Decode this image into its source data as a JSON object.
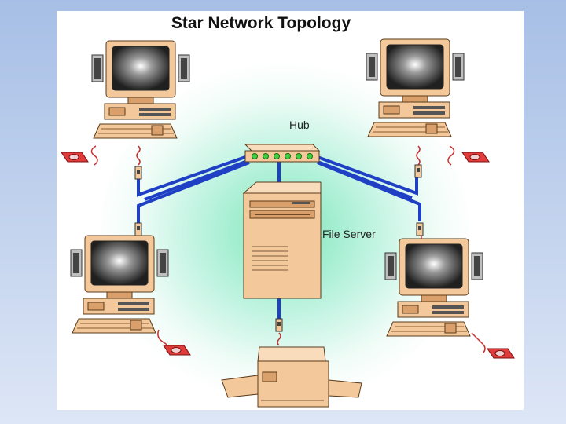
{
  "diagram": {
    "title": "Star Network Topology",
    "hub_label": "Hub",
    "server_label": "File Server",
    "nodes": [
      "workstation-top-left",
      "workstation-top-right",
      "workstation-bottom-left",
      "workstation-bottom-right",
      "file-server",
      "printer"
    ],
    "colors": {
      "cable": "#1f3fc4",
      "beige": "#f3c89a",
      "beige_dark": "#d9a06c",
      "hub_led": "#3fcf3f",
      "mousepad": "#e03c3c",
      "glow_center": "#7ee6b8",
      "background": "#a7bfe6"
    }
  }
}
